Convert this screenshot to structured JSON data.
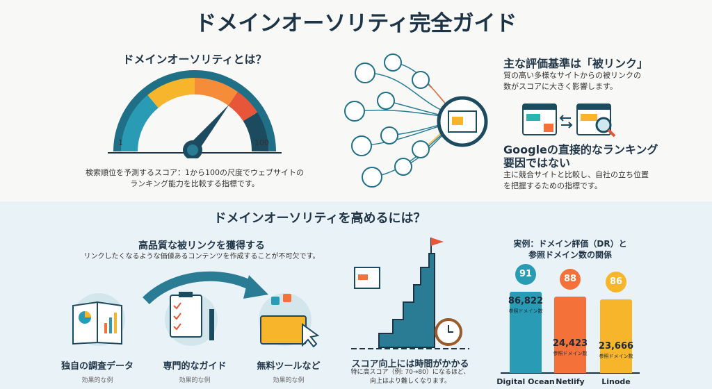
{
  "title": "ドメインオーソリティ完全ガイド",
  "what": {
    "heading": "ドメインオーソリティとは？",
    "gauge_min": "1",
    "gauge_max": "100",
    "desc_line1": "検索順位を予測するスコア：1から100の尺度でウェブサイトの",
    "desc_line2": "ランキング能力を比較する指標です。"
  },
  "criteria": {
    "heading": "主な評価基準は「被リンク」",
    "desc_line1": "質の高い多様なサイトからの被リンクの",
    "desc_line2": "数がスコアに大きく影響します。"
  },
  "not_factor": {
    "heading_line1": "Googleの直接的なランキング",
    "heading_line2": "要因ではない",
    "desc_line1": "主に競合サイトと比較し、自社の立ち位置",
    "desc_line2": "を把握するための指標です。"
  },
  "improve": {
    "heading": "ドメインオーソリティを高めるには？",
    "backlinks": {
      "heading": "高品質な被リンクを獲得する",
      "desc": "リンクしたくなるような価値あるコンテンツを作成することが不可欠です。"
    },
    "examples": [
      {
        "label": "独自の調査データ",
        "sub": "効果的な例",
        "icon": "book-chart-icon"
      },
      {
        "label": "専門的なガイド",
        "sub": "効果的な例",
        "icon": "checklist-wrench-icon"
      },
      {
        "label": "無料ツールなど",
        "sub": "効果的な例",
        "icon": "toolbox-icon"
      }
    ],
    "time": {
      "heading": "スコア向上には時間がかかる",
      "desc_line1": "特に高スコア（例: 70→80）になるほど、",
      "desc_line2": "向上はより難しくなります。"
    }
  },
  "colors": {
    "teal": "#2a9bb5",
    "orange": "#f4723a",
    "yellow": "#f7b52c",
    "navy": "#1c3446"
  },
  "chart_data": {
    "type": "bar",
    "title_line1": "実例：ドメイン評価（DR）と",
    "title_line2": "参照ドメイン数の関係",
    "categories": [
      "Digital Ocean",
      "Netlify",
      "Linode"
    ],
    "dr": [
      91,
      88,
      86
    ],
    "referring_domains": [
      "86,822",
      "24,423",
      "23,666"
    ],
    "unit_label": "参照ドメイン数",
    "colors": [
      "#2a9bb5",
      "#f4723a",
      "#f7b52c"
    ]
  }
}
